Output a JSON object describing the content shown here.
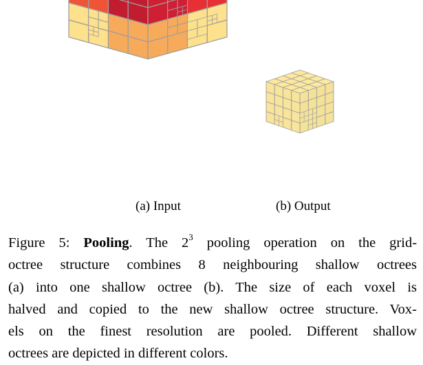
{
  "figure": {
    "subcaptions": {
      "input": "(a) Input",
      "output": "(b) Output"
    },
    "colors": {
      "light_yellow": "#fde18c",
      "orange": "#f7ab5a",
      "orange_top": "#f48a3f",
      "red_orange": "#ef5436",
      "red": "#e63034",
      "crimson": "#cc1d32",
      "output": "#fde99e",
      "grid": "#9e9e9e"
    }
  },
  "caption": {
    "label": "Figure 5:",
    "title": "Pooling",
    "lines": [
      {
        "pre": ". The 2",
        "sup": "3",
        "post": " pooling operation on the grid-"
      },
      {
        "text": "octree structure combines 8 neighbouring shallow octrees"
      },
      {
        "text": "(a) into one shallow octree (b). The size of each voxel is"
      },
      {
        "text": "halved and copied to the new shallow octree structure. Vox-"
      },
      {
        "text": "els on the finest resolution are pooled. Different shallow"
      },
      {
        "text": "octrees are depicted in different colors."
      }
    ]
  }
}
